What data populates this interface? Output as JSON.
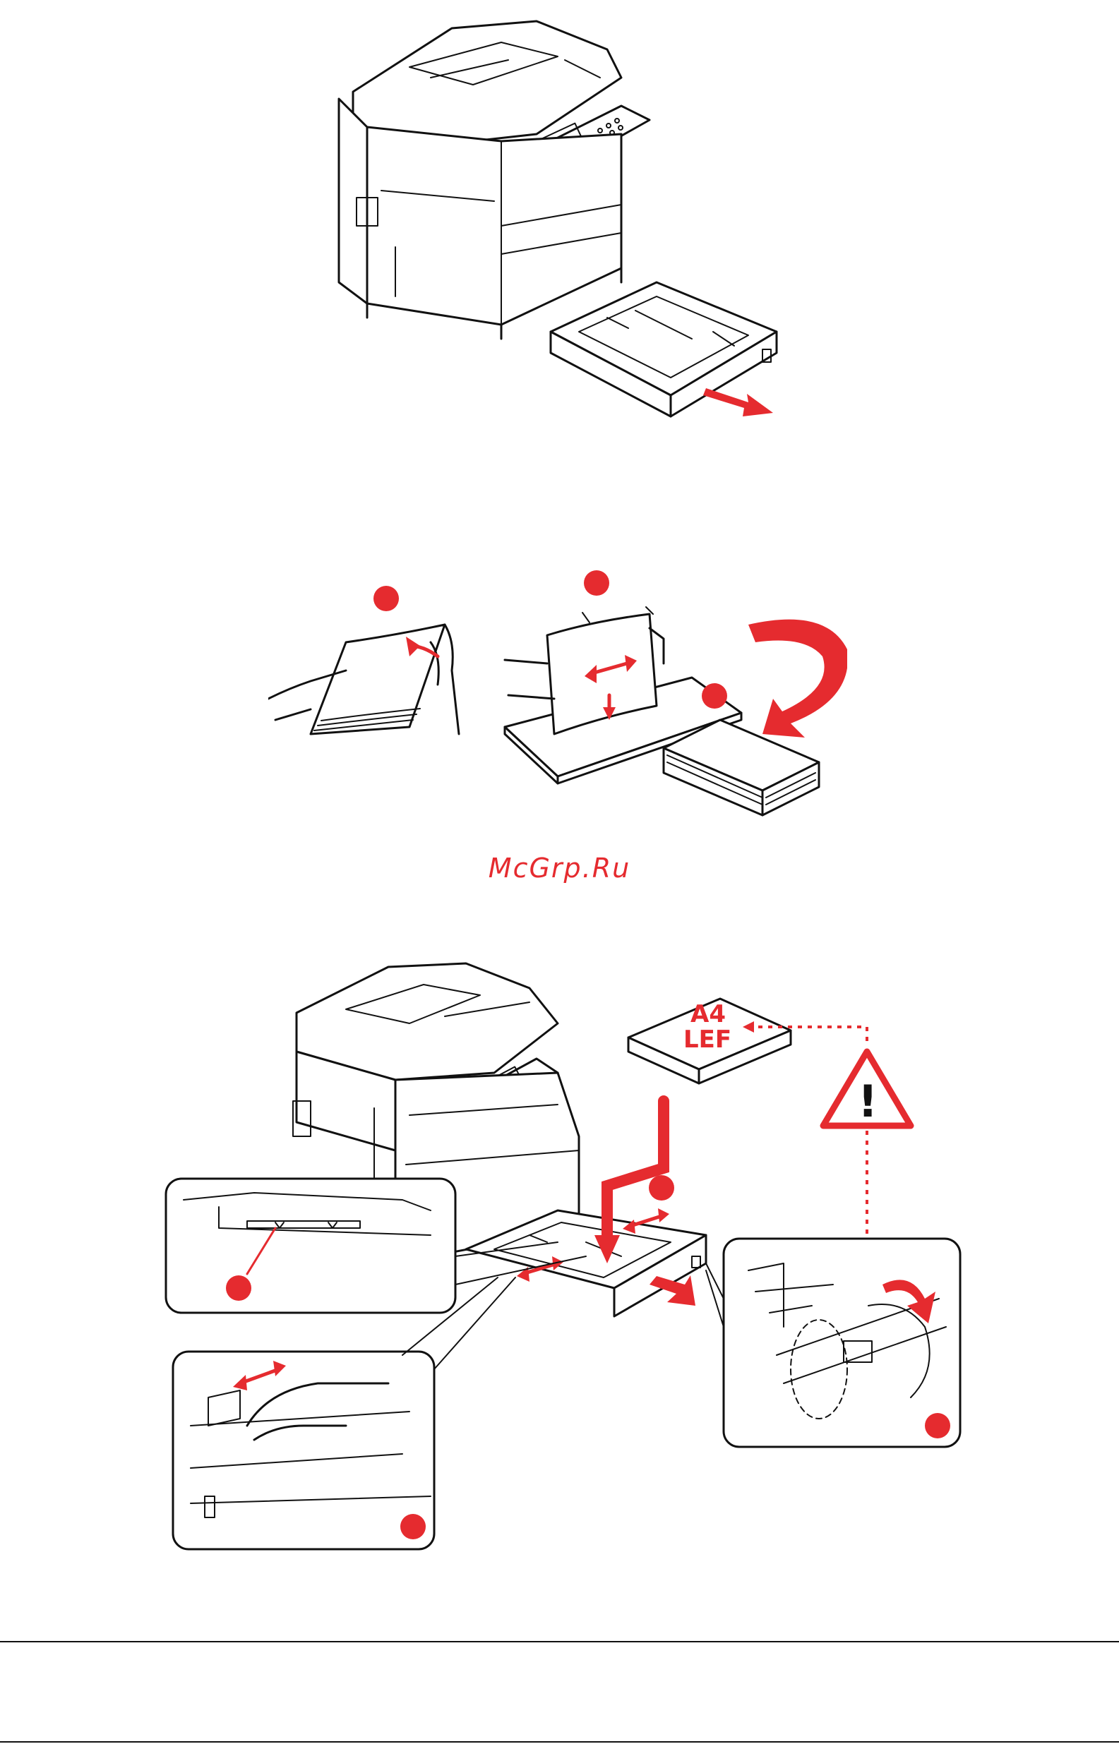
{
  "watermark": "McGrp.Ru",
  "paper_label": {
    "line1": "A4",
    "line2": "LEF"
  },
  "warning_glyph": "!",
  "colors": {
    "accent_red": "#e52b2f",
    "ink": "#111111"
  },
  "icons": [
    "warning-triangle-icon",
    "step-dot-icon",
    "arrow-icon"
  ]
}
